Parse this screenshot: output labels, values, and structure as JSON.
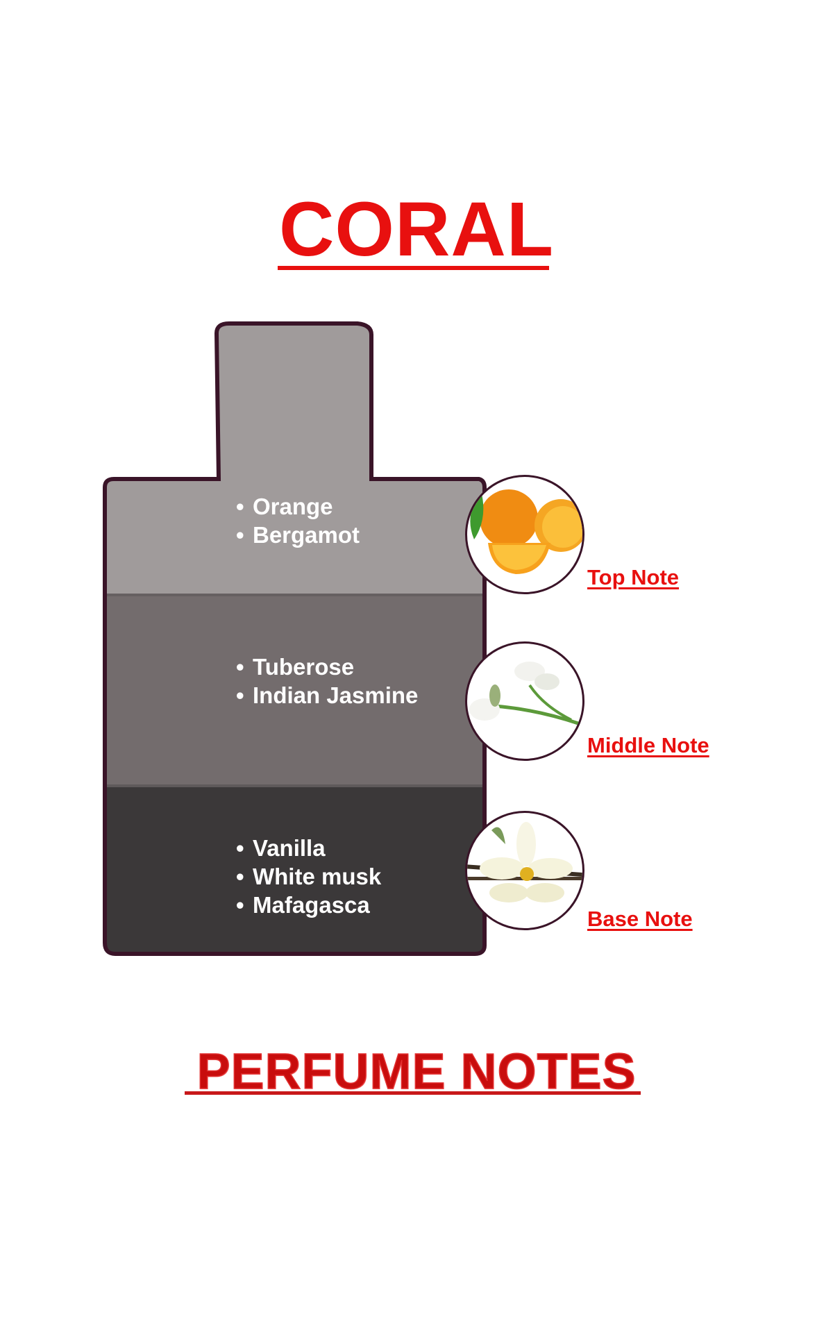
{
  "title": "CORAL",
  "notes": {
    "top": {
      "label": "Top Note",
      "items": [
        "Orange",
        "Bergamot"
      ],
      "icon": "orange-icon"
    },
    "middle": {
      "label": "Middle Note",
      "items": [
        "Tuberose",
        "Indian Jasmine"
      ],
      "icon": "tuberose-icon"
    },
    "base": {
      "label": "Base Note",
      "items": [
        "Vanilla",
        "White musk",
        "Mafagasca"
      ],
      "icon": "vanilla-flower-icon"
    }
  },
  "footer": "PERFUME NOTES",
  "colors": {
    "accent": "#e8100f",
    "top": "#a09b9b",
    "middle": "#736c6d",
    "base": "#3b3839",
    "outline": "#3a1428"
  }
}
